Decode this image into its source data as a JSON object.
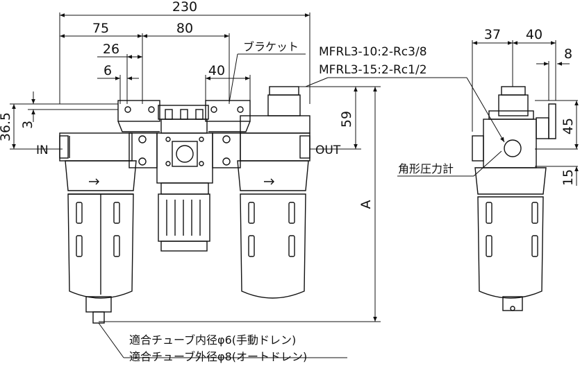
{
  "dimensions": {
    "overall_width": "230",
    "left_to_center": "75",
    "center_spacing": "80",
    "bracket_hole_offset": "26",
    "bracket_hole_small": "6",
    "bracket_width": "40",
    "bracket_height_small": "3",
    "port_height": "36.5",
    "gauge_height": "59",
    "overall_height_label": "A",
    "side_offset_left": "37",
    "side_offset_right": "40",
    "side_bracket_thickness": "8",
    "side_height_45": "45",
    "side_height_15": "15"
  },
  "labels": {
    "bracket": "ブラケット",
    "model_line1": "MFRL3-10:2-Rc3/8",
    "model_line2": "MFRL3-15:2-Rc1/2",
    "inlet": "IN",
    "outlet": "OUT",
    "gauge": "角形圧力計",
    "drain_line1": "適合チューブ内径φ6(手動ドレン)",
    "drain_line2": "適合チューブ外径φ8(オートドレン)"
  }
}
